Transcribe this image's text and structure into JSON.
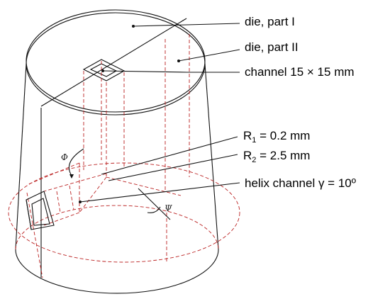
{
  "labels": {
    "die_part_1": "die, part I",
    "die_part_2": "die, part II",
    "channel": "channel 15 × 15 mm",
    "r1_prefix": "R",
    "r1_sub": "1",
    "r1_value": " = 0.2 mm",
    "r2_prefix": "R",
    "r2_sub": "2",
    "r2_value": " = 2.5 mm",
    "helix": "helix channel γ = 10º"
  },
  "angle_symbols": {
    "phi": "Φ",
    "psi": "Ψ"
  },
  "colors": {
    "outline": "#111111",
    "hidden_lines": "#bb2222",
    "background": "#ffffff"
  }
}
